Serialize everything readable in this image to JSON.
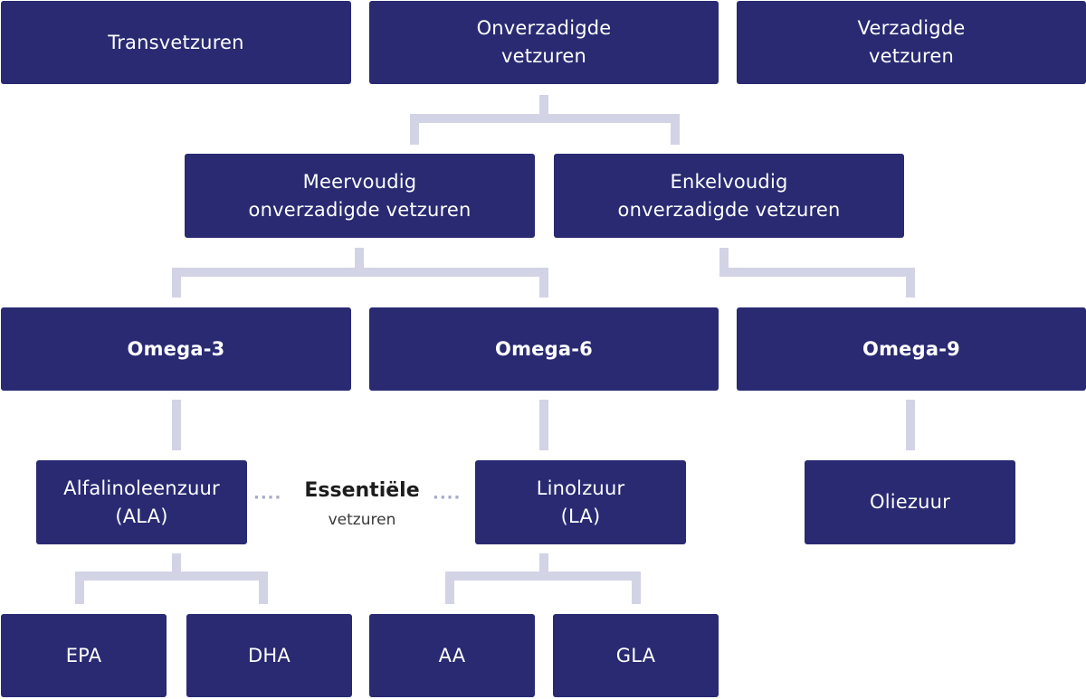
{
  "level1": {
    "trans": "Transvetzuren",
    "unsaturated": "Onverzadigde\nvetzuren",
    "saturated": "Verzadigde\nvetzuren"
  },
  "level2": {
    "poly": "Meervoudig\nonverzadigde vetzuren",
    "mono": "Enkelvoudig\nonverzadigde vetzuren"
  },
  "level3": {
    "omega3": "Omega-3",
    "omega6": "Omega-6",
    "omega9": "Omega-9"
  },
  "level4": {
    "ala": "Alfalinoleenzuur\n(ALA)",
    "la": "Linolzuur\n(LA)",
    "oleic": "Oliezuur"
  },
  "essential": {
    "title": "Essentiële",
    "subtitle": "vetzuren"
  },
  "level5": {
    "epa": "EPA",
    "dha": "DHA",
    "aa": "AA",
    "gla": "GLA"
  },
  "colors": {
    "box": "#292a72",
    "connector": "#d3d3e6",
    "dots": "#a9aac6"
  }
}
